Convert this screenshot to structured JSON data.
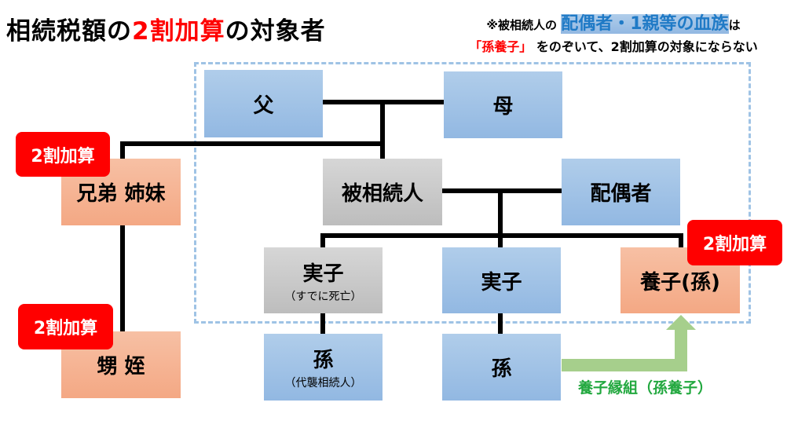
{
  "title": {
    "prefix": "相続税額の",
    "highlight": "2割加算",
    "suffix": "の対象者"
  },
  "note": {
    "line1_prefix": "※被相続人の",
    "line1_highlight": "配偶者・1親等の血族",
    "line1_suffix": "は",
    "line2_highlight": "「孫養子」",
    "line2_suffix": "をのぞいて、2割加算の対象にならない"
  },
  "nodes": {
    "father": {
      "label": "父"
    },
    "mother": {
      "label": "母"
    },
    "siblings": {
      "label": "兄弟 姉妹"
    },
    "decedent": {
      "label": "被相続人"
    },
    "spouse": {
      "label": "配偶者"
    },
    "child_deceased": {
      "label": "実子",
      "sub": "（すでに死亡）"
    },
    "child": {
      "label": "実子"
    },
    "adopted_grandchild": {
      "label": "養子(孫)"
    },
    "nephew_niece": {
      "label": "甥 姪"
    },
    "grandchild_rep": {
      "label": "孫",
      "sub": "（代襲相続人）"
    },
    "grandchild": {
      "label": "孫"
    }
  },
  "badges": {
    "siblings": "2割加算",
    "nephew_niece": "2割加算",
    "adopted_grandchild": "2割加算"
  },
  "arrow_label": "養子縁組（孫養子）"
}
